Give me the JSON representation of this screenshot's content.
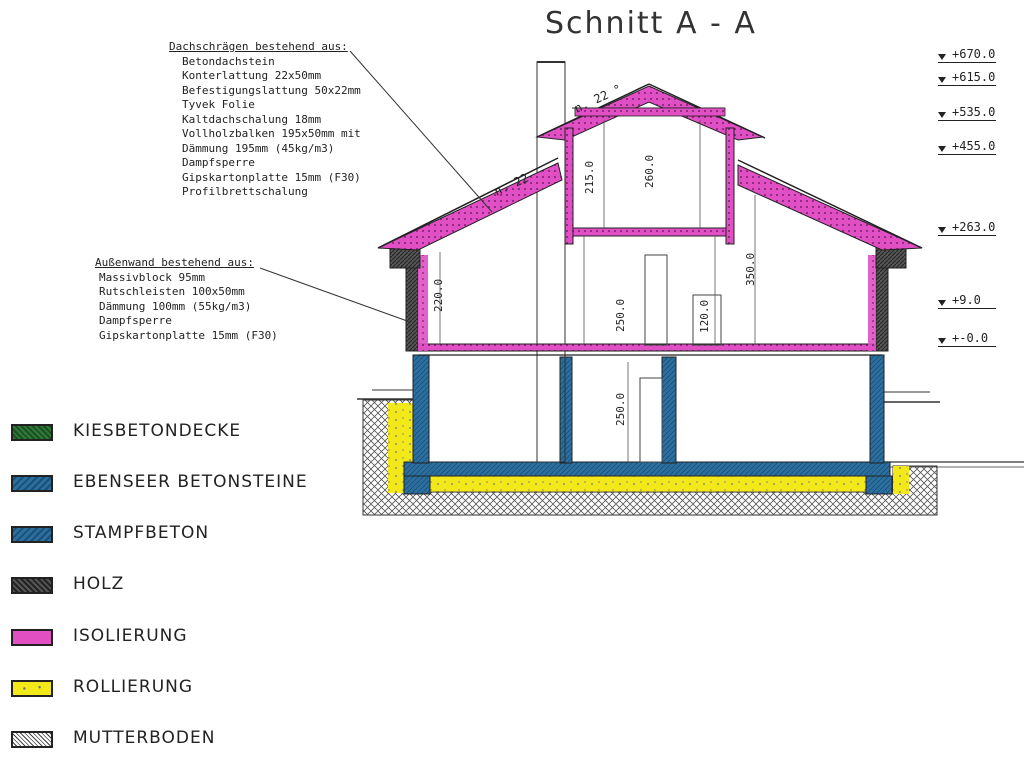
{
  "title": "Schnitt  A  -  A",
  "roof_note": {
    "heading": "Dachschrägen bestehend aus:",
    "lines": [
      "Betondachstein",
      "Konterlattung 22x50mm",
      "Befestigungslattung 50x22mm",
      "Tyvek Folie",
      "Kaltdachschalung 18mm",
      "Vollholzbalken 195x50mm mit",
      "Dämmung 195mm (45kg/m3)",
      "Dampfsperre",
      "Gipskartonplatte 15mm (F30)",
      "Profilbrettschalung"
    ]
  },
  "wall_note": {
    "heading": "Außenwand bestehend aus:",
    "lines": [
      "Massivblock 95mm",
      "Rutschleisten 100x50mm",
      "Dämmung 100mm (55kg/m3)",
      "Dampfsperre",
      "Gipskartonplatte 15mm (F30)"
    ]
  },
  "levels": [
    "+670.0",
    "+615.0",
    "+535.0",
    "+455.0",
    "+263.0",
    "+9.0",
    "+-0.0"
  ],
  "dimensions": [
    "220.0",
    "250.0",
    "260.0",
    "215.0",
    "120.0",
    "350.0",
    "250.0"
  ],
  "pitch_labels": [
    "n. 22",
    "n. 22 °"
  ],
  "legend": [
    {
      "label": "KIESBETONDECKE",
      "color": "#2f7a3a"
    },
    {
      "label": "EBENSEER BETONSTEINE",
      "color": "#2a6fa0"
    },
    {
      "label": "STAMPFBETON",
      "color": "#2a6fa0"
    },
    {
      "label": "HOLZ",
      "color": "#4a4a4a"
    },
    {
      "label": "ISOLIERUNG",
      "color": "#e24fc2"
    },
    {
      "label": "ROLLIERUNG",
      "color": "#f2e81a"
    },
    {
      "label": "MUTTERBODEN",
      "color": "#9a9a9a"
    }
  ],
  "colors": {
    "insulation": "#d94fbf",
    "concrete": "#2a6fa0",
    "gravel": "#f2e81a",
    "soil": "#8a8a8a",
    "wood": "#3a3a3a",
    "line": "#333333"
  }
}
